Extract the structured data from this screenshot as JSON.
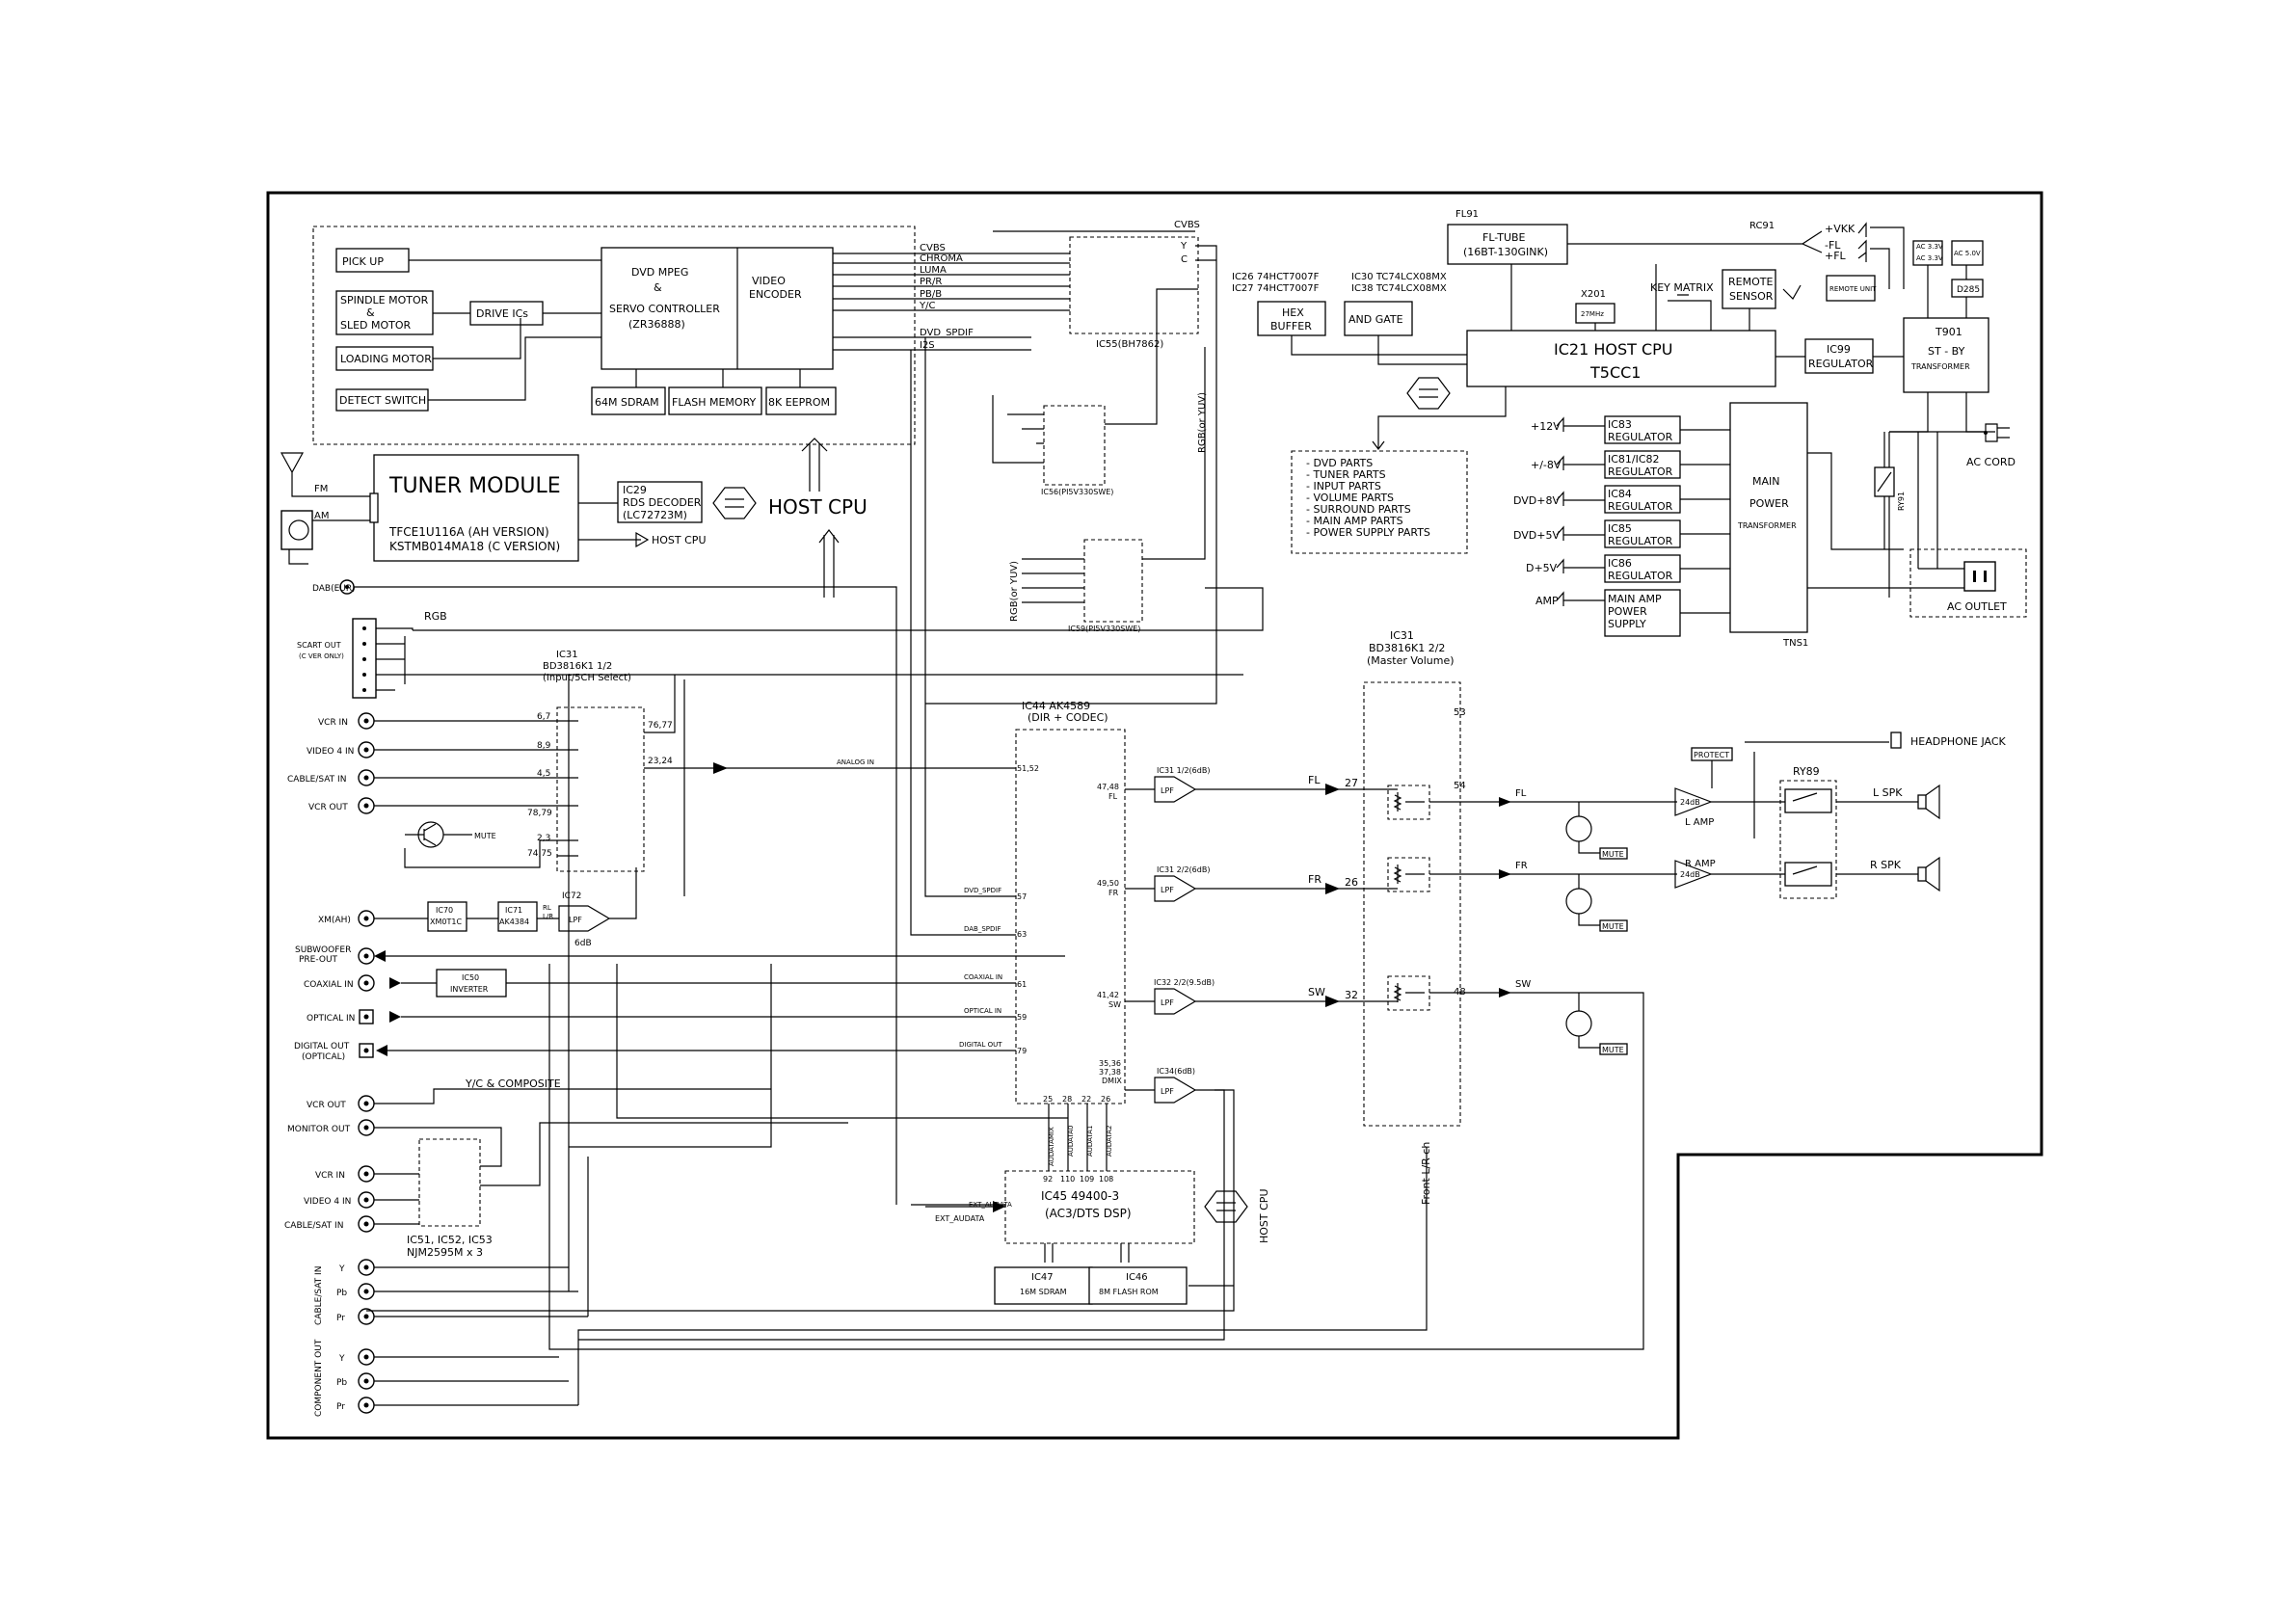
{
  "dvd": {
    "pickup": "PICK UP",
    "spindle1": "SPINDLE MOTOR",
    "spindle2": "&",
    "spindle3": "SLED MOTOR",
    "drive": "DRIVE ICs",
    "loading": "LOADING MOTOR",
    "detect": "DETECT SWITCH",
    "mpeg1": "DVD MPEG",
    "mpeg2": "&",
    "mpeg3": "SERVO CONTROLLER",
    "mpeg4": "(ZR36888)",
    "venc1": "VIDEO",
    "venc2": "ENCODER",
    "sdram": "64M SDRAM",
    "flash": "FLASH MEMORY",
    "eeprom": "8K EEPROM",
    "sig": [
      "CVBS",
      "CHROMA",
      "LUMA",
      "PR/R",
      "PB/B",
      "Y/C",
      "DVD_SPDIF",
      "I2S"
    ],
    "ic55": "IC55(BH7862)",
    "ic56": "IC56(PI5V330SWE)",
    "ic59": "IC59(PI5V330SWE)",
    "cvbs_top": "CVBS",
    "y": "Y",
    "c": "C",
    "rgb_yuv1": "RGB(or YUV)",
    "rgb_yuv2": "RGB(or YUV)"
  },
  "tuner": {
    "title": "TUNER MODULE",
    "fm": "FM",
    "am": "AM",
    "ic29a": "IC29",
    "ic29b": "RDS DECODER",
    "ic29c": "(LC72723M)",
    "v1": "TFCE1U116A (AH VERSION)",
    "v2": "KSTMB014MA18 (C VERSION)",
    "hostcpu": "HOST CPU",
    "hostcpu2": "HOST CPU",
    "dab": "DAB(EUR)"
  },
  "io": {
    "rgb": "RGB",
    "scart": "SCART OUT",
    "scart2": "(C VER ONLY)",
    "ic31a": "IC31",
    "ic31b": "BD3816K1 1/2",
    "ic31c": "(Input/5CH Select)",
    "in": [
      "VCR IN",
      "VIDEO 4 IN",
      "CABLE/SAT IN",
      "VCR OUT"
    ],
    "pins": [
      "6,7",
      "8,9",
      "4,5",
      "78,79",
      "2,3",
      "74,75",
      "76,77",
      "23,24"
    ],
    "mute": "MUTE",
    "xm": "XM(AH)",
    "ic70": "IC70",
    "ic70b": "XM0T1C",
    "ic71": "IC71",
    "ic71b": "AK4384",
    "rl": "RL",
    "lr": "L/R",
    "ic72": "IC72",
    "lpf": "LPF",
    "db6": "6dB",
    "sub1": "SUBWOOFER",
    "sub2": "PRE-OUT",
    "coax": "COAXIAL IN",
    "ic50": "IC50",
    "inv": "INVERTER",
    "opt": "OPTICAL IN",
    "dig1": "DIGITAL OUT",
    "dig2": "(OPTICAL)",
    "analog_in": "ANALOG IN",
    "dvd_spdif": "DVD_SPDIF",
    "dab_spdif": "DAB_SPDIF",
    "coax_in": "COAXIAL IN",
    "opt_in": "OPTICAL IN",
    "dig_out": "DIGITAL OUT",
    "yc": "Y/C & COMPOSITE",
    "vid": [
      "VCR OUT",
      "MONITOR OUT",
      "VCR IN",
      "VIDEO 4 IN",
      "CABLE/SAT IN"
    ],
    "ic51a": "IC51, IC52, IC53",
    "ic51b": "NJM2595M x 3",
    "cable_sat": "CABLE/SAT IN",
    "comp_out": "COMPONENT OUT",
    "ypbpr": [
      "Y",
      "Pb",
      "Pr",
      "Y",
      "Pb",
      "Pr"
    ]
  },
  "codec": {
    "t1": "IC44 AK4589",
    "t2": "(DIR + CODEC)",
    "p": [
      "51,52",
      "57",
      "63",
      "61",
      "59",
      "79"
    ],
    "fl_p": "47,48",
    "fl": "FL",
    "fr_p": "49,50",
    "fr": "FR",
    "sw_p": "41,42",
    "sw": "SW",
    "dm_p1": "35,36",
    "dm_p2": "37,38",
    "dmix": "DMIX",
    "lpf": "LPF",
    "ic31_1": "IC31 1/2(6dB)",
    "ic31_2": "IC31 2/2(6dB)",
    "ic32": "IC32 2/2(9.5dB)",
    "ic34": "IC34(6dB)",
    "fl_o": "FL",
    "fr_o": "FR",
    "sw_o": "SW",
    "n27": "27",
    "n26": "26",
    "n32": "32",
    "bp": [
      "25",
      "28",
      "22",
      "26"
    ],
    "bus": [
      "AUDATAMIX",
      "AUDATA0",
      "AUDATA1",
      "AUDATA2"
    ],
    "dsp_p": [
      "92",
      "110",
      "109",
      "108"
    ],
    "ic45a": "IC45 49400-3",
    "ic45b": "(AC3/DTS DSP)",
    "ext": "EXT_AUDATA",
    "ext2": "EXT_AUDATA",
    "hcpu": "HOST CPU",
    "ic47a": "IC47",
    "ic47b": "16M SDRAM",
    "ic46a": "IC46",
    "ic46b": "8M FLASH ROM"
  },
  "mvol": {
    "a": "IC31",
    "b": "BD3816K1 2/2",
    "c": "(Master Volume)",
    "p53": "53",
    "p54": "54",
    "p48": "48",
    "front": "Front L/R ch"
  },
  "amp": {
    "fl": "FL",
    "fr": "FR",
    "sw": "SW",
    "lamp": "L AMP",
    "ramp": "R AMP",
    "g1": "24dB",
    "g2": "24dB",
    "protect": "PROTECT",
    "ry": "RY89",
    "lspk": "L SPK",
    "rspk": "R SPK",
    "hp": "HEADPHONE JACK",
    "mute": [
      "MUTE",
      "MUTE",
      "MUTE"
    ]
  },
  "cpu": {
    "fl91": "FL91",
    "flt1": "FL-TUBE",
    "flt2": "(16BT-130GINK)",
    "vkk": "+VKK",
    "mfl": "-FL",
    "pfl": "+FL",
    "ic26": "IC26  74HCT7007F",
    "ic27": "IC27  74HCT7007F",
    "ic30": "IC30  TC74LCX08MX",
    "ic38": "IC38  TC74LCX08MX",
    "hex1": "HEX",
    "hex2": "BUFFER",
    "and": "AND GATE",
    "x201": "X201",
    "mhz": "27MHz",
    "keym": "KEY MATRIX",
    "rc91": "RC91",
    "rs1": "REMOTE",
    "rs2": "SENSOR",
    "remunit": "REMOTE UNIT",
    "host1": "IC21 HOST CPU",
    "host2": "T5CC1",
    "ic99a": "IC99",
    "ic99b": "REGULATOR",
    "t901": "T901",
    "stby1": "ST - BY",
    "stby2": "TRANSFORMER",
    "d285": "D285",
    "acv": [
      "AC 3.3V",
      "AC 3.3V",
      "AC 5.0V"
    ],
    "parts": [
      "- DVD PARTS",
      "- TUNER PARTS",
      "- INPUT PARTS",
      "- VOLUME PARTS",
      "- SURROUND PARTS",
      "- MAIN AMP PARTS",
      "- POWER SUPPLY PARTS"
    ]
  },
  "power": {
    "rails": [
      "+12V",
      "+/-8V",
      "DVD+8V",
      "DVD+5V",
      "D+5V",
      "AMP"
    ],
    "ic83": "IC83",
    "ic81": "IC81/IC82",
    "ic84": "IC84",
    "ic85": "IC85",
    "ic86": "IC86",
    "reg": "REGULATOR",
    "ma1": "MAIN AMP",
    "ma2": "POWER",
    "ma3": "SUPPLY",
    "main1": "MAIN",
    "main2": "POWER",
    "main3": "TRANSFORMER",
    "tns": "TNS1",
    "ry91": "RY91",
    "acc": "AC CORD",
    "aco": "AC OUTLET"
  }
}
